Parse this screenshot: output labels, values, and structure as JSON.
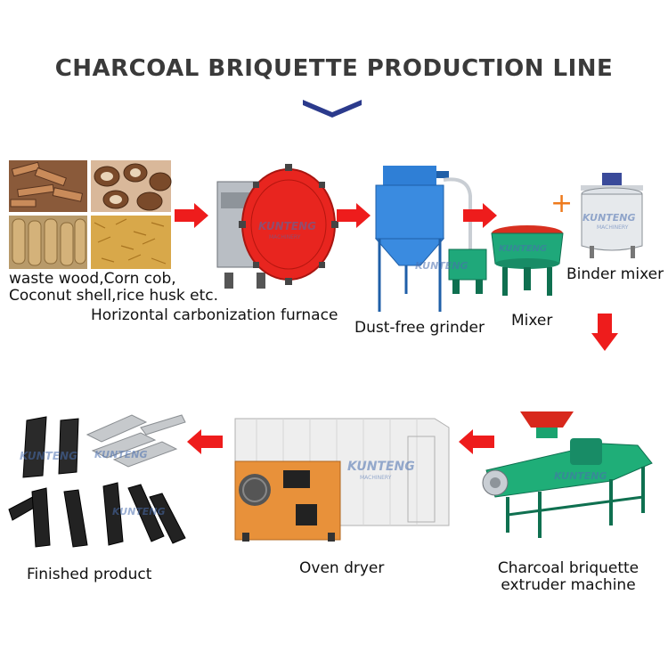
{
  "header": {
    "title": "CHARCOAL BRIQUETTE PRODUCTION LINE"
  },
  "steps": {
    "raw_material": {
      "line1": "waste wood,Corn cob,",
      "line2": "Coconut shell,rice husk etc."
    },
    "furnace": {
      "label": "Horizontal carbonization furnace"
    },
    "grinder": {
      "label": "Dust-free grinder"
    },
    "mixer": {
      "label": "Mixer"
    },
    "plus": "+",
    "binder_mixer": {
      "label": "Binder mixer"
    },
    "extruder": {
      "line1": "Charcoal briquette",
      "line2": "extruder machine"
    },
    "dryer": {
      "label": "Oven dryer"
    },
    "finished": {
      "label": "Finished product"
    }
  },
  "watermark": {
    "brand": "KUNTENG",
    "sub": "MACHINERY"
  },
  "colors": {
    "title": "#3a3a3a",
    "chevron": "#2b3a8c",
    "arrow": "#ee1c1c",
    "furnace_red": "#e8251f",
    "grinder_blue": "#2f7fd6",
    "mixer_green": "#1fa87a",
    "extruder_green": "#1aa36f",
    "dryer_orange": "#e8913a"
  },
  "icons": [
    "chevron-down-icon",
    "right-arrow-icon",
    "down-arrow-icon",
    "left-arrow-icon",
    "plus-icon"
  ]
}
